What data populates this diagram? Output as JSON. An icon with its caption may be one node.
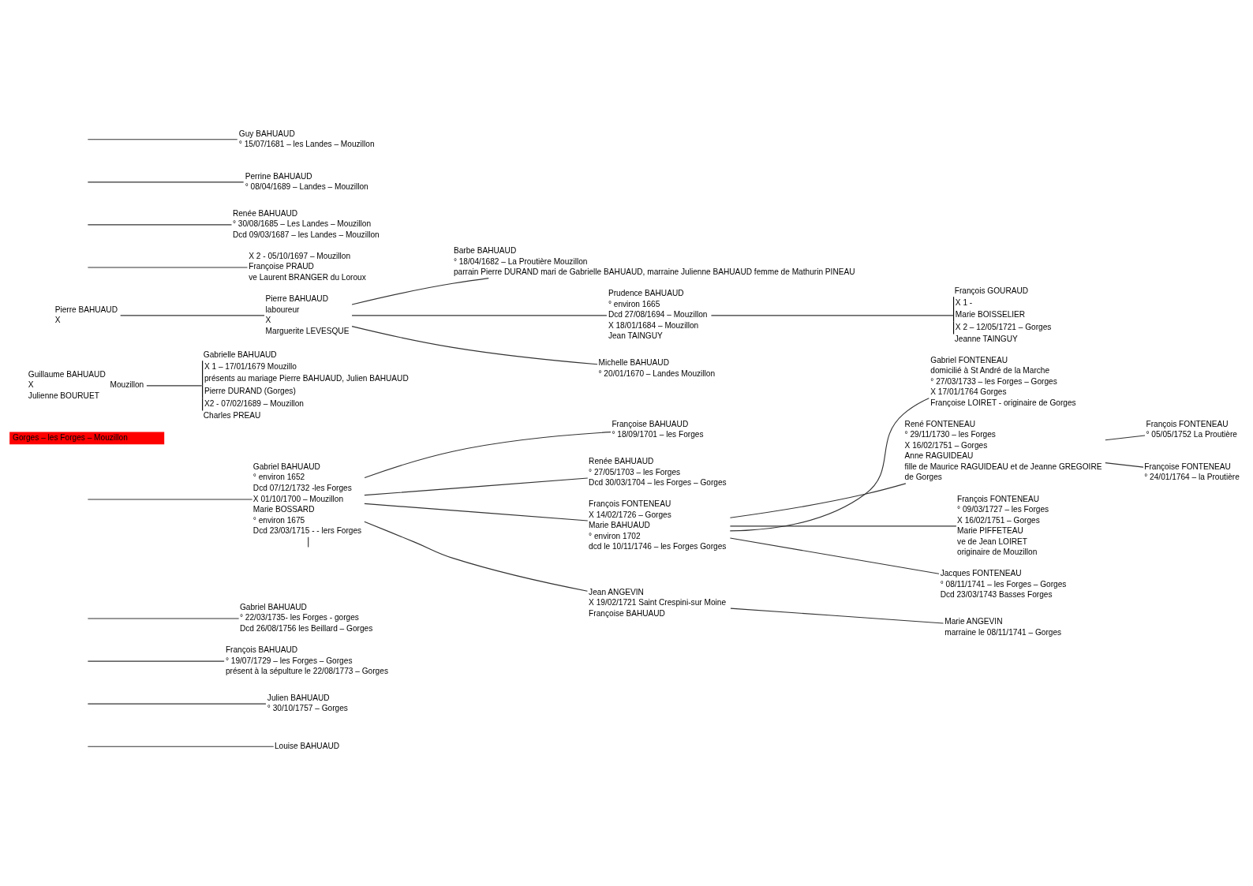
{
  "diagram": {
    "nodes": [
      {
        "text": [
          "Guy BAHUAUD",
          "° 15/07/1681 – les Landes – Mouzillon"
        ]
      },
      {
        "text": [
          "Perrine BAHUAUD",
          "° 08/04/1689 – Landes – Mouzillon"
        ]
      },
      {
        "text": [
          "Renée BAHUAUD",
          "° 30/08/1685 – Les Landes – Mouzillon",
          "Dcd 09/03/1687 – les Landes – Mouzillon"
        ]
      },
      {
        "text": [
          "X 2 - 05/10/1697 – Mouzillon",
          "Françoise PRAUD",
          "ve Laurent BRANGER du Loroux"
        ]
      },
      {
        "text": [
          "Pierre BAHUAUD",
          "X"
        ]
      },
      {
        "text": [
          "Pierre BAHUAUD",
          "laboureur",
          "X",
          "Marguerite LEVESQUE"
        ]
      },
      {
        "text": [
          "Barbe BAHUAUD",
          "° 18/04/1682 – La Proutière Mouzillon",
          "parrain Pierre DURAND mari de Gabrielle BAHUAUD, marraine Julienne BAHUAUD femme de Mathurin PINEAU"
        ]
      },
      {
        "text": [
          "François GOURAUD",
          "X 1 -",
          "Marie BOISSELIER",
          "X 2 – 12/05/1721 – Gorges",
          "Jeanne TAINGUY"
        ]
      },
      {
        "text": [
          "Prudence BAHUAUD",
          "° environ 1665",
          "Dcd 27/08/1694 – Mouzillon",
          "X 18/01/1684 – Mouzillon",
          "Jean TAINGUY"
        ]
      },
      {
        "text": [
          "Michelle BAHUAUD",
          "° 20/01/1670 – Landes Mouzillon"
        ]
      },
      {
        "text": [
          "Guillaume BAHUAUD",
          "X",
          "Julienne BOURUET"
        ],
        "beside": [
          "Mouzillon"
        ]
      },
      {
        "text": [
          "Gabrielle BAHUAUD",
          "X 1 – 17/01/1679 Mouzillo",
          "présents au mariage Pierre BAHUAUD, Julien BAHUAUD",
          "Pierre DURAND (Gorges)",
          "X2 - 07/02/1689 – Mouzillon",
          "Charles PREAU"
        ]
      },
      {
        "text": [
          "Gorges – les Forges – Mouzillon"
        ]
      },
      {
        "text": [
          "Françoise BAHUAUD",
          "° 18/09/1701 – les Forges"
        ]
      },
      {
        "text": [
          "Renée BAHUAUD",
          "° 27/05/1703 – les Forges",
          "Dcd 30/03/1704 – les Forges – Gorges"
        ]
      },
      {
        "text": [
          "Gabriel FONTENEAU",
          "domicilié à St André de la Marche",
          "° 27/03/1733 – les Forges – Gorges",
          "X 17/01/1764 Gorges",
          "Françoise LOIRET - originaire de Gorges"
        ]
      },
      {
        "text": [
          "François FONTENEAU",
          "X 14/02/1726 – Gorges",
          "Marie BAHUAUD",
          "° environ 1702",
          "dcd le 10/11/1746 – les Forges Gorges"
        ]
      },
      {
        "text": [
          "René FONTENEAU",
          "° 29/11/1730 – les Forges",
          "X 16/02/1751 – Gorges",
          "Anne RAGUIDEAU",
          "fille de Maurice RAGUIDEAU et de Jeanne GREGOIRE",
          "de Gorges"
        ]
      },
      {
        "text": [
          "François FONTENEAU",
          "° 05/05/1752 La Proutière"
        ]
      },
      {
        "text": [
          "Françoise FONTENEAU",
          "° 24/01/1764 – la Proutière"
        ]
      },
      {
        "text": [
          "François FONTENEAU",
          "° 09/03/1727 – les Forges",
          "X 16/02/1751 – Gorges",
          "Marie PIFFETEAU",
          "ve de Jean LOIRET",
          "originaire de Mouzillon"
        ]
      },
      {
        "text": [
          "Jacques FONTENEAU",
          "° 08/11/1741 – les Forges – Gorges",
          "Dcd 23/03/1743 Basses Forges"
        ]
      },
      {
        "text": [
          "Gabriel BAHUAUD",
          "° environ 1652",
          "Dcd 07/12/1732 -les Forges",
          "X 01/10/1700 – Mouzillon",
          "Marie BOSSARD",
          "° environ 1675",
          "Dcd 23/03/1715 - - lers Forges"
        ]
      },
      {
        "text": [
          "Jean ANGEVIN",
          "X 19/02/1721 Saint Crespini-sur Moine",
          "Françoise BAHUAUD"
        ]
      },
      {
        "text": [
          "Marie ANGEVIN",
          "marraine le 08/11/1741 – Gorges"
        ]
      },
      {
        "text": [
          "Gabriel BAHUAUD",
          "° 22/03/1735- les Forges - gorges",
          "Dcd 26/08/1756 les Beillard – Gorges"
        ]
      },
      {
        "text": [
          "François BAHUAUD",
          "° 19/07/1729 – les Forges – Gorges",
          "présent à la sépulture le 22/08/1773 – Gorges"
        ]
      },
      {
        "text": [
          "Julien BAHUAUD",
          "° 30/10/1757 – Gorges"
        ]
      },
      {
        "text": [
          "Louise BAHUAUD"
        ]
      }
    ],
    "edges": [
      {
        "from": null,
        "to": 3,
        "arrow": "none"
      },
      {
        "from": null,
        "to": 0,
        "arrow": "none"
      },
      {
        "from": null,
        "to": 1,
        "arrow": "none"
      },
      {
        "from": null,
        "to": 2,
        "arrow": "none"
      },
      {
        "from": 4,
        "to": 5,
        "arrow": "none"
      },
      {
        "from": 5,
        "to": 6,
        "arrow": "none"
      },
      {
        "from": 5,
        "to": 8,
        "arrow": "none"
      },
      {
        "from": 5,
        "to": 9,
        "arrow": "none"
      },
      {
        "from": 8,
        "to": 7,
        "arrow": "none"
      },
      {
        "from": 10,
        "to": 11,
        "arrow": "none"
      },
      {
        "from": null,
        "to": 22,
        "arrow": "none"
      },
      {
        "from": 22,
        "to": 13,
        "arrow": "none"
      },
      {
        "from": 22,
        "to": 14,
        "arrow": "none"
      },
      {
        "from": 22,
        "to": 16,
        "arrow": "none"
      },
      {
        "from": 22,
        "to": 23,
        "arrow": "none"
      },
      {
        "from": 22,
        "to": null,
        "arrow": "none"
      },
      {
        "from": 16,
        "to": 15,
        "arrow": "none"
      },
      {
        "from": 16,
        "to": 17,
        "arrow": "none"
      },
      {
        "from": 16,
        "to": 20,
        "arrow": "none"
      },
      {
        "from": 16,
        "to": 21,
        "arrow": "none"
      },
      {
        "from": 17,
        "to": 18,
        "arrow": "none"
      },
      {
        "from": 17,
        "to": 19,
        "arrow": "none"
      },
      {
        "from": 23,
        "to": 24,
        "arrow": "none"
      },
      {
        "from": null,
        "to": 25,
        "arrow": "none"
      },
      {
        "from": null,
        "to": 26,
        "arrow": "none"
      },
      {
        "from": null,
        "to": 27,
        "arrow": "none"
      },
      {
        "from": null,
        "to": 28,
        "arrow": "none"
      }
    ]
  }
}
